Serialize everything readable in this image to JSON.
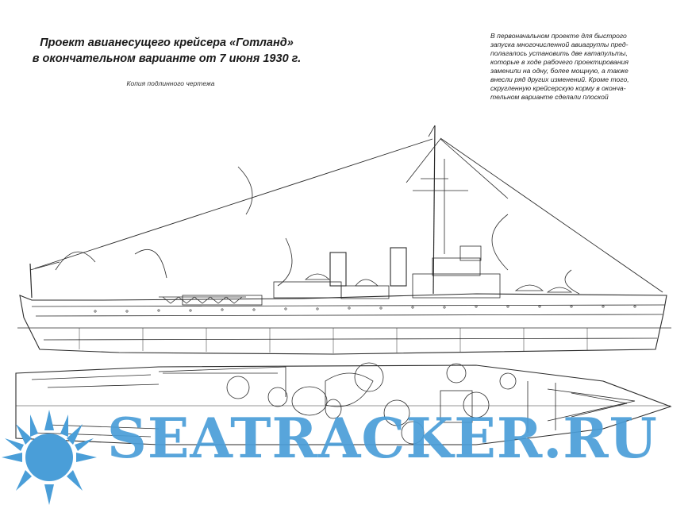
{
  "header": {
    "title_line1": "Проект авианесущего крейсера «Готланд»",
    "title_line2": "в окончательном варианте от 7 июня 1930 г.",
    "caption": "Копия подлинного чертежа"
  },
  "description": {
    "lines": [
      "В первоначальном проекте для быстрого",
      "запуска многочисленной авиагруппы пред-",
      "полагалось установить две катапульты,",
      "которые в ходе рабочего проектирования",
      "заменили на одну, более мощную, а также",
      "внесли ряд других изменений. Кроме того,",
      "скругленную крейсерскую корму в оконча-",
      "тельном варианте сделали плоской"
    ]
  },
  "watermark": {
    "text": "SEATRACKER.RU",
    "logo": "sun-logo-icon",
    "color": "#4a9ed8"
  },
  "colors": {
    "ink": "#2a2a2a",
    "watermark": "#4a9ed8"
  }
}
